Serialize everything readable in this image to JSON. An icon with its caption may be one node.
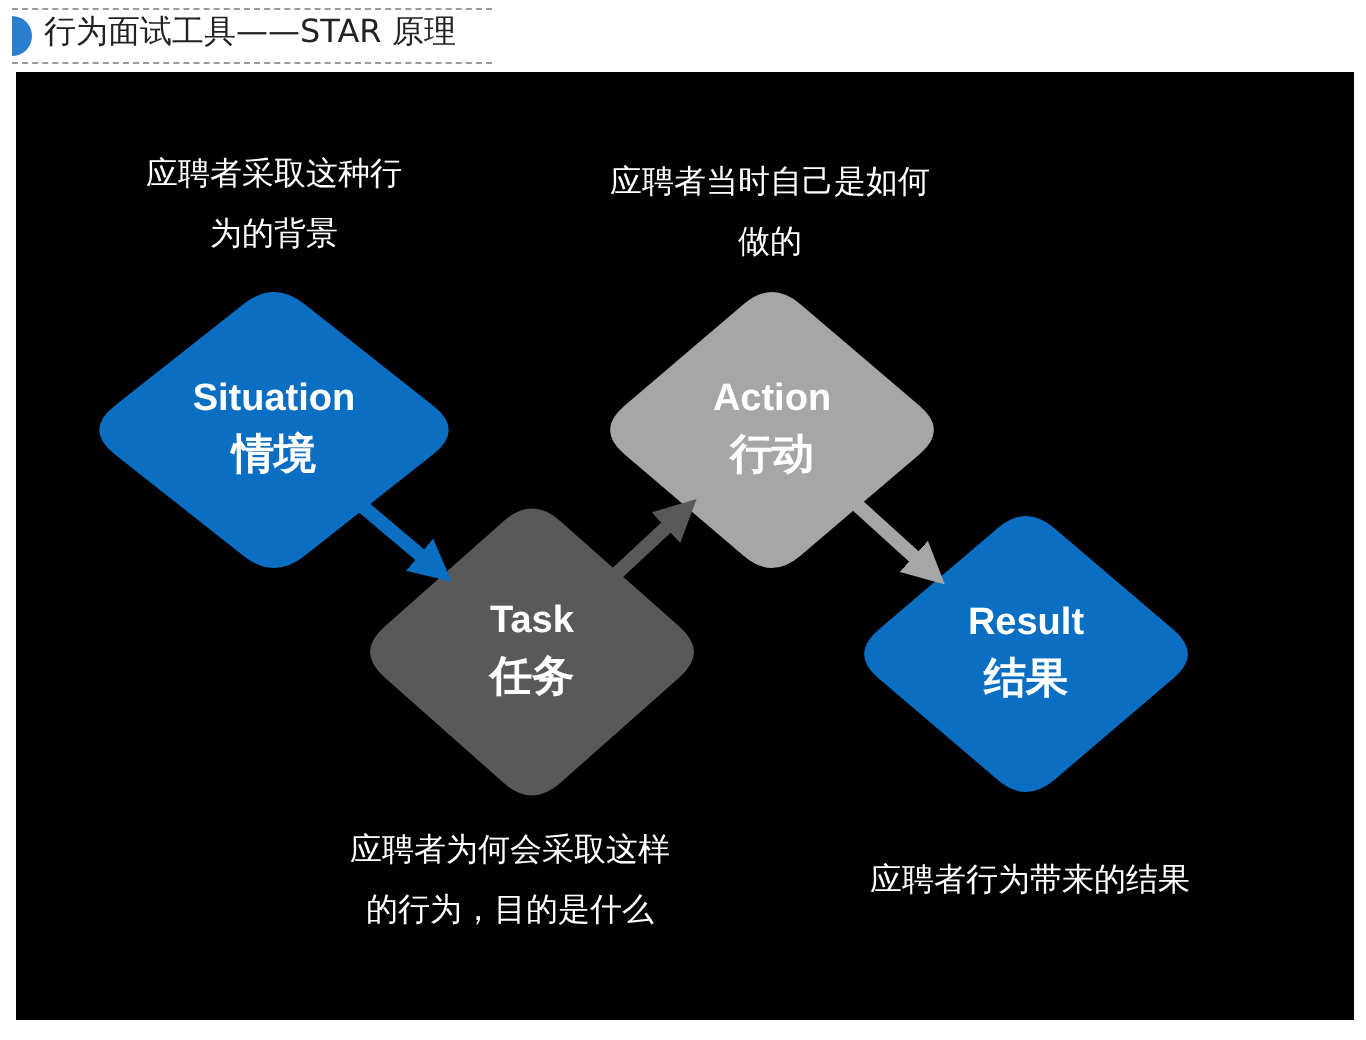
{
  "diagram": {
    "title": "行为面试工具——STAR 原理",
    "nodes": [
      {
        "text": [
          "Situation",
          "情境"
        ],
        "beside": [
          "应聘者采取这种行为的背景"
        ]
      },
      {
        "text": [
          "Task",
          "任务"
        ],
        "beside": [
          "应聘者为何会采取这样的行为，目的是什么"
        ]
      },
      {
        "text": [
          "Action",
          "行动"
        ],
        "beside": [
          "应聘者当时自己是如何做的"
        ]
      },
      {
        "text": [
          "Result",
          "结果"
        ],
        "beside": [
          "应聘者行为带来的结果"
        ]
      }
    ],
    "edges": [
      {
        "from": 0,
        "to": 1,
        "arrow": "to",
        "color": "#0a6fc2"
      },
      {
        "from": 1,
        "to": 2,
        "arrow": "to",
        "color": "#595959"
      },
      {
        "from": 2,
        "to": 3,
        "arrow": "to",
        "color": "#a6a6a6"
      }
    ]
  }
}
